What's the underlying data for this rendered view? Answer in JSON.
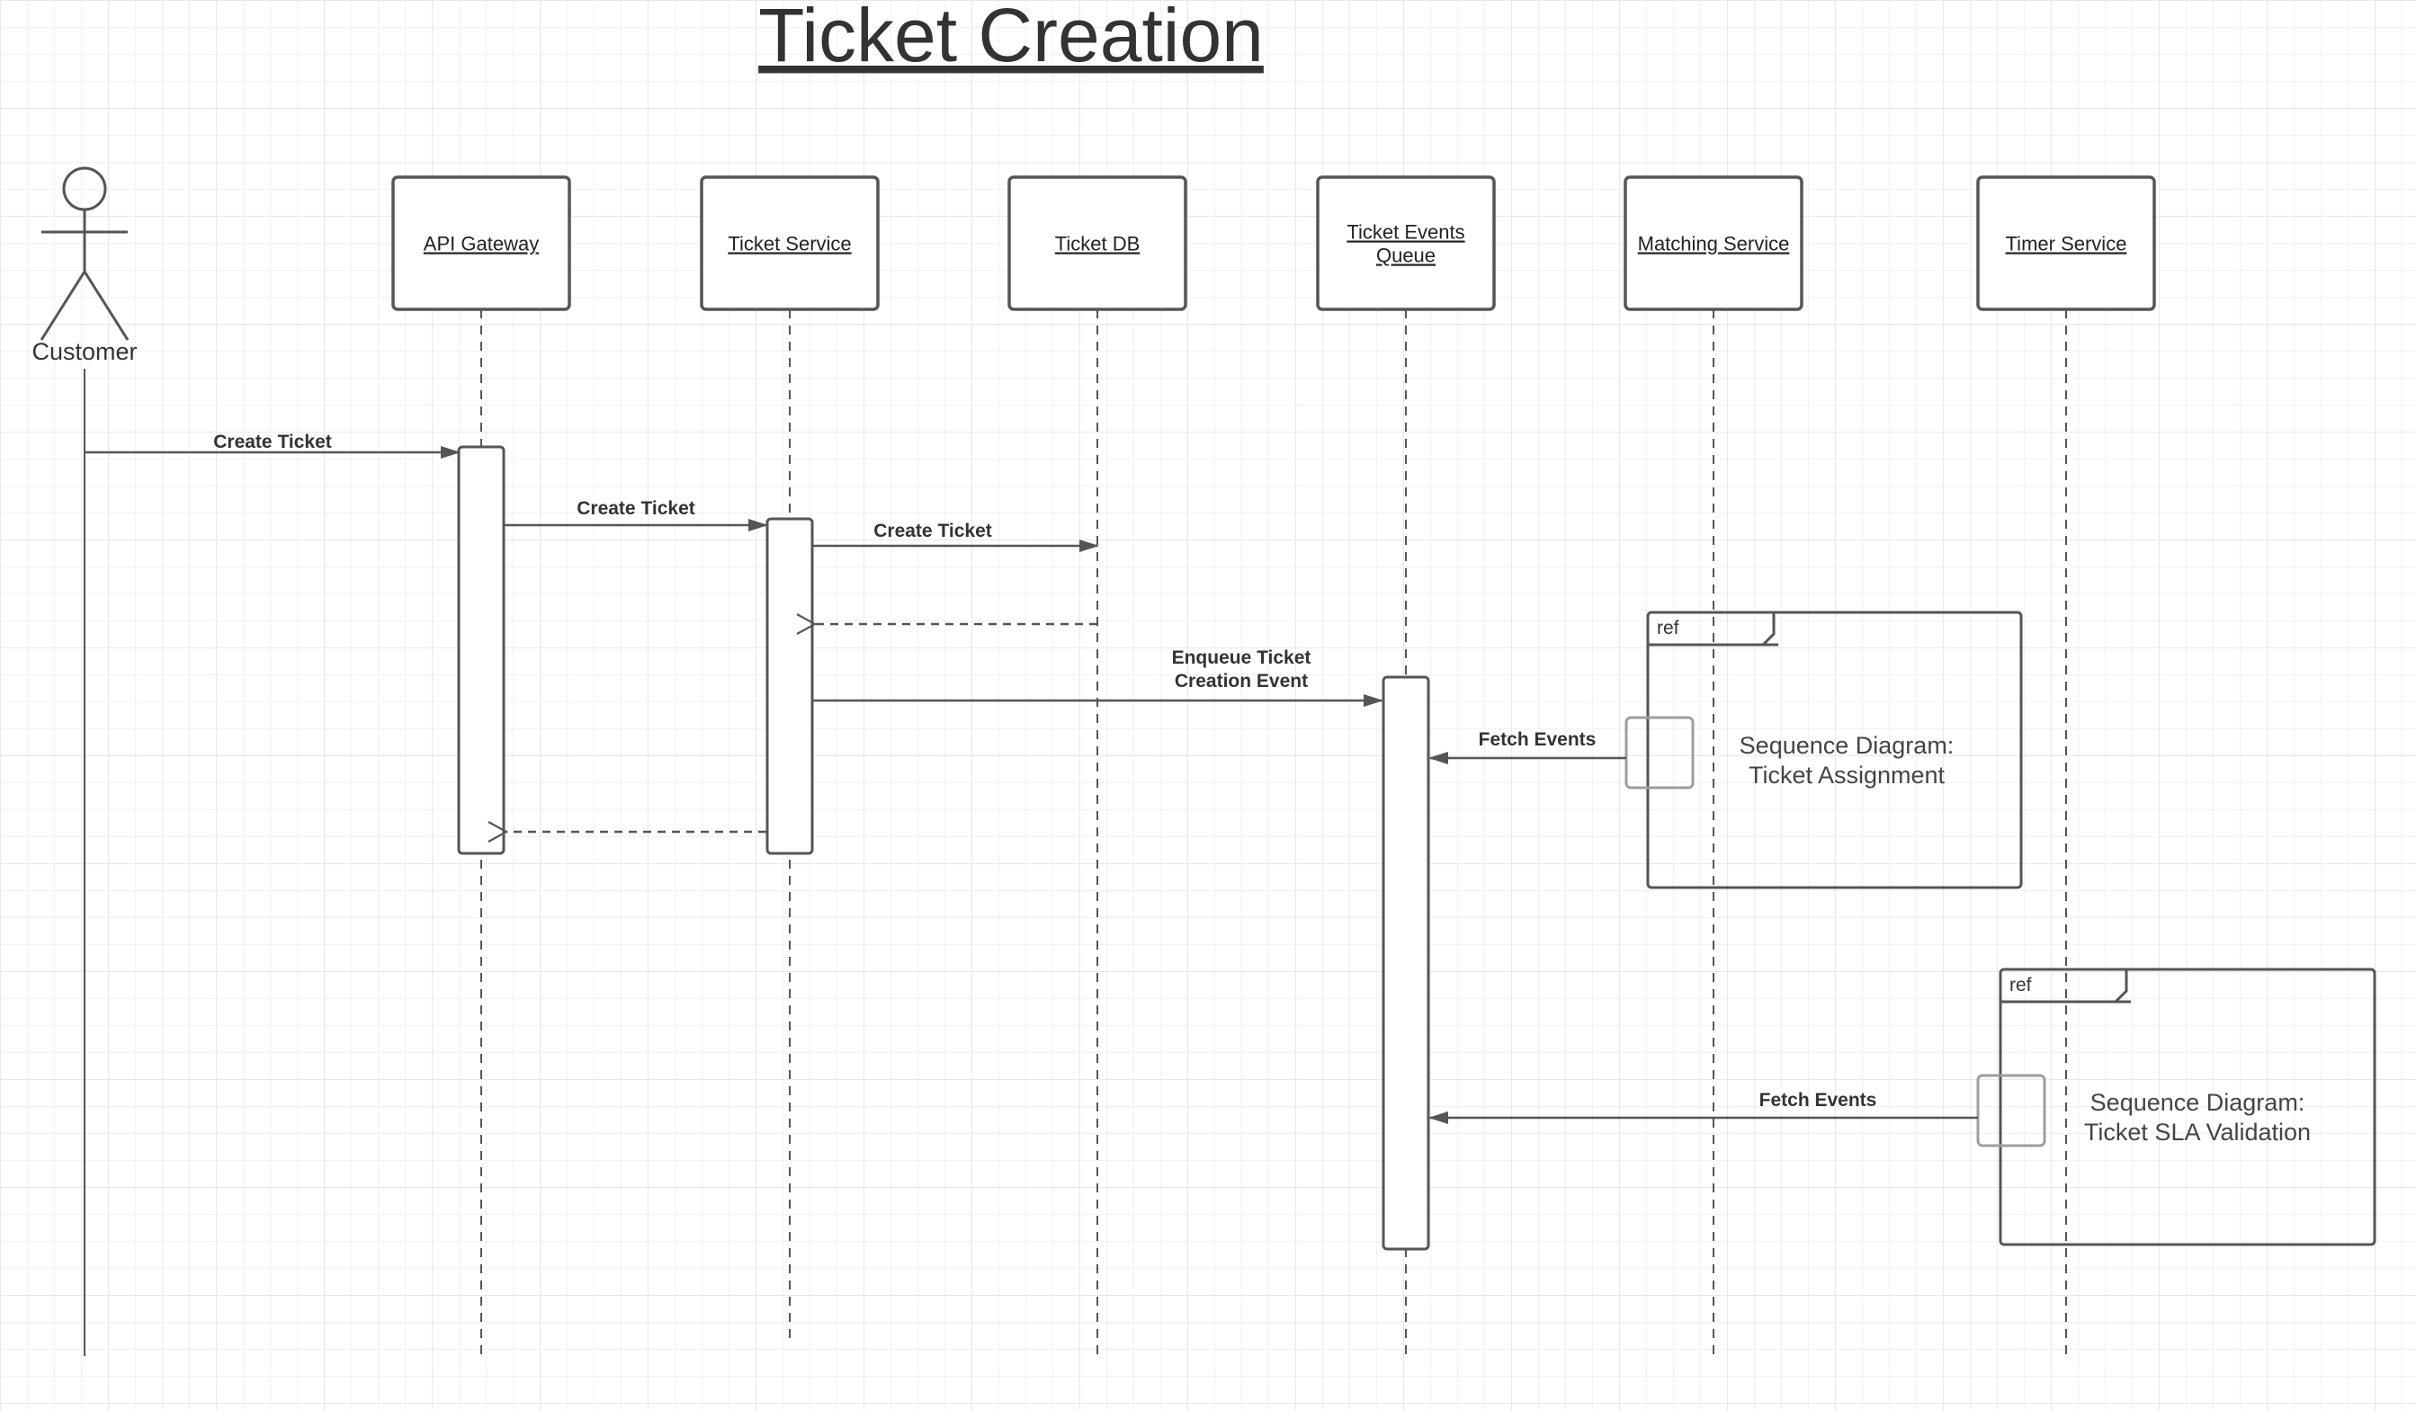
{
  "diagram": {
    "title": "Ticket Creation",
    "actor": {
      "name": "Customer"
    },
    "participants": [
      {
        "id": "api",
        "lines": [
          "API Gateway"
        ]
      },
      {
        "id": "ticket_service",
        "lines": [
          "Ticket Service"
        ]
      },
      {
        "id": "ticket_db",
        "lines": [
          "Ticket DB"
        ]
      },
      {
        "id": "queue",
        "lines": [
          "Ticket Events",
          "Queue"
        ]
      },
      {
        "id": "matching",
        "lines": [
          "Matching Service"
        ]
      },
      {
        "id": "timer",
        "lines": [
          "Timer Service"
        ]
      }
    ],
    "messages": [
      {
        "from": "customer",
        "to": "api",
        "lines": [
          "Create Ticket"
        ],
        "style": "sync"
      },
      {
        "from": "api",
        "to": "ticket_service",
        "lines": [
          "Create Ticket"
        ],
        "style": "sync"
      },
      {
        "from": "ticket_service",
        "to": "ticket_db",
        "lines": [
          "Create Ticket"
        ],
        "style": "sync"
      },
      {
        "from": "ticket_db",
        "to": "ticket_service",
        "lines": [],
        "style": "return"
      },
      {
        "from": "ticket_service",
        "to": "queue",
        "lines": [
          "Enqueue Ticket",
          "Creation Event"
        ],
        "style": "sync"
      },
      {
        "from": "matching",
        "to": "queue",
        "lines": [
          "Fetch Events"
        ],
        "style": "sync"
      },
      {
        "from": "ticket_service",
        "to": "api",
        "lines": [],
        "style": "return"
      },
      {
        "from": "timer",
        "to": "queue",
        "lines": [
          "Fetch Events"
        ],
        "style": "sync"
      }
    ],
    "refs": [
      {
        "tag": "ref",
        "lines": [
          "Sequence Diagram:",
          "Ticket Assignment"
        ]
      },
      {
        "tag": "ref",
        "lines": [
          "Sequence Diagram:",
          "Ticket SLA Validation"
        ]
      }
    ]
  }
}
